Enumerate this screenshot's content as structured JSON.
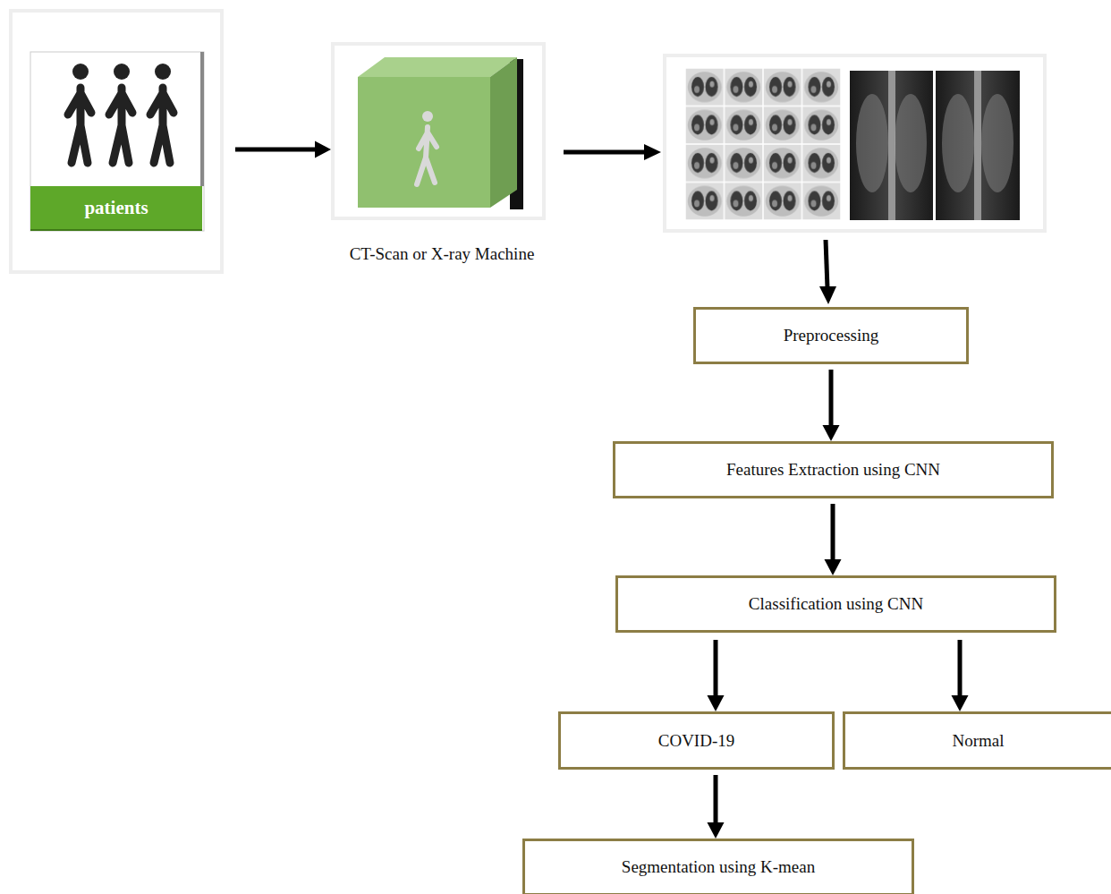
{
  "diagram": {
    "nodes": [
      {
        "text": [
          "patients"
        ]
      },
      {
        "text": [
          "CT-Scan or X-ray Machine"
        ]
      },
      {
        "text": [
          "Preprocessing"
        ]
      },
      {
        "text": [
          "Features Extraction using CNN"
        ]
      },
      {
        "text": [
          "Classification using CNN"
        ]
      },
      {
        "text": [
          "COVID-19"
        ]
      },
      {
        "text": [
          "Normal"
        ]
      },
      {
        "text": [
          "Segmentation using K-mean"
        ]
      }
    ],
    "edges": [
      {
        "from": 0,
        "to": 1,
        "arrow": "to"
      },
      {
        "from": 2,
        "to": 3,
        "arrow": "to"
      },
      {
        "from": 3,
        "to": 4,
        "arrow": "to"
      },
      {
        "from": 4,
        "to": 5,
        "arrow": "to"
      },
      {
        "from": 4,
        "to": 6,
        "arrow": "to"
      },
      {
        "from": 5,
        "to": 7,
        "arrow": "to"
      }
    ]
  }
}
